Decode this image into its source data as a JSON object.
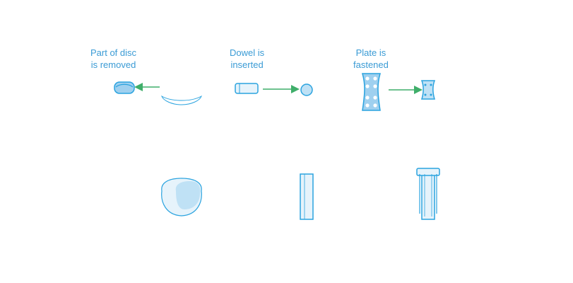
{
  "steps": [
    {
      "line1": "Part of disc",
      "line2": "is removed"
    },
    {
      "line1": "Dowel is",
      "line2": "inserted"
    },
    {
      "line1": "Plate is",
      "line2": "fastened"
    }
  ],
  "colors": {
    "outline": "#2aa3df",
    "accent": "#1f95d8",
    "fill_light": "#e6f3fb",
    "fill_mid": "#bfe1f5",
    "arrow": "#3fae6a",
    "label": "#3a9bd5"
  }
}
